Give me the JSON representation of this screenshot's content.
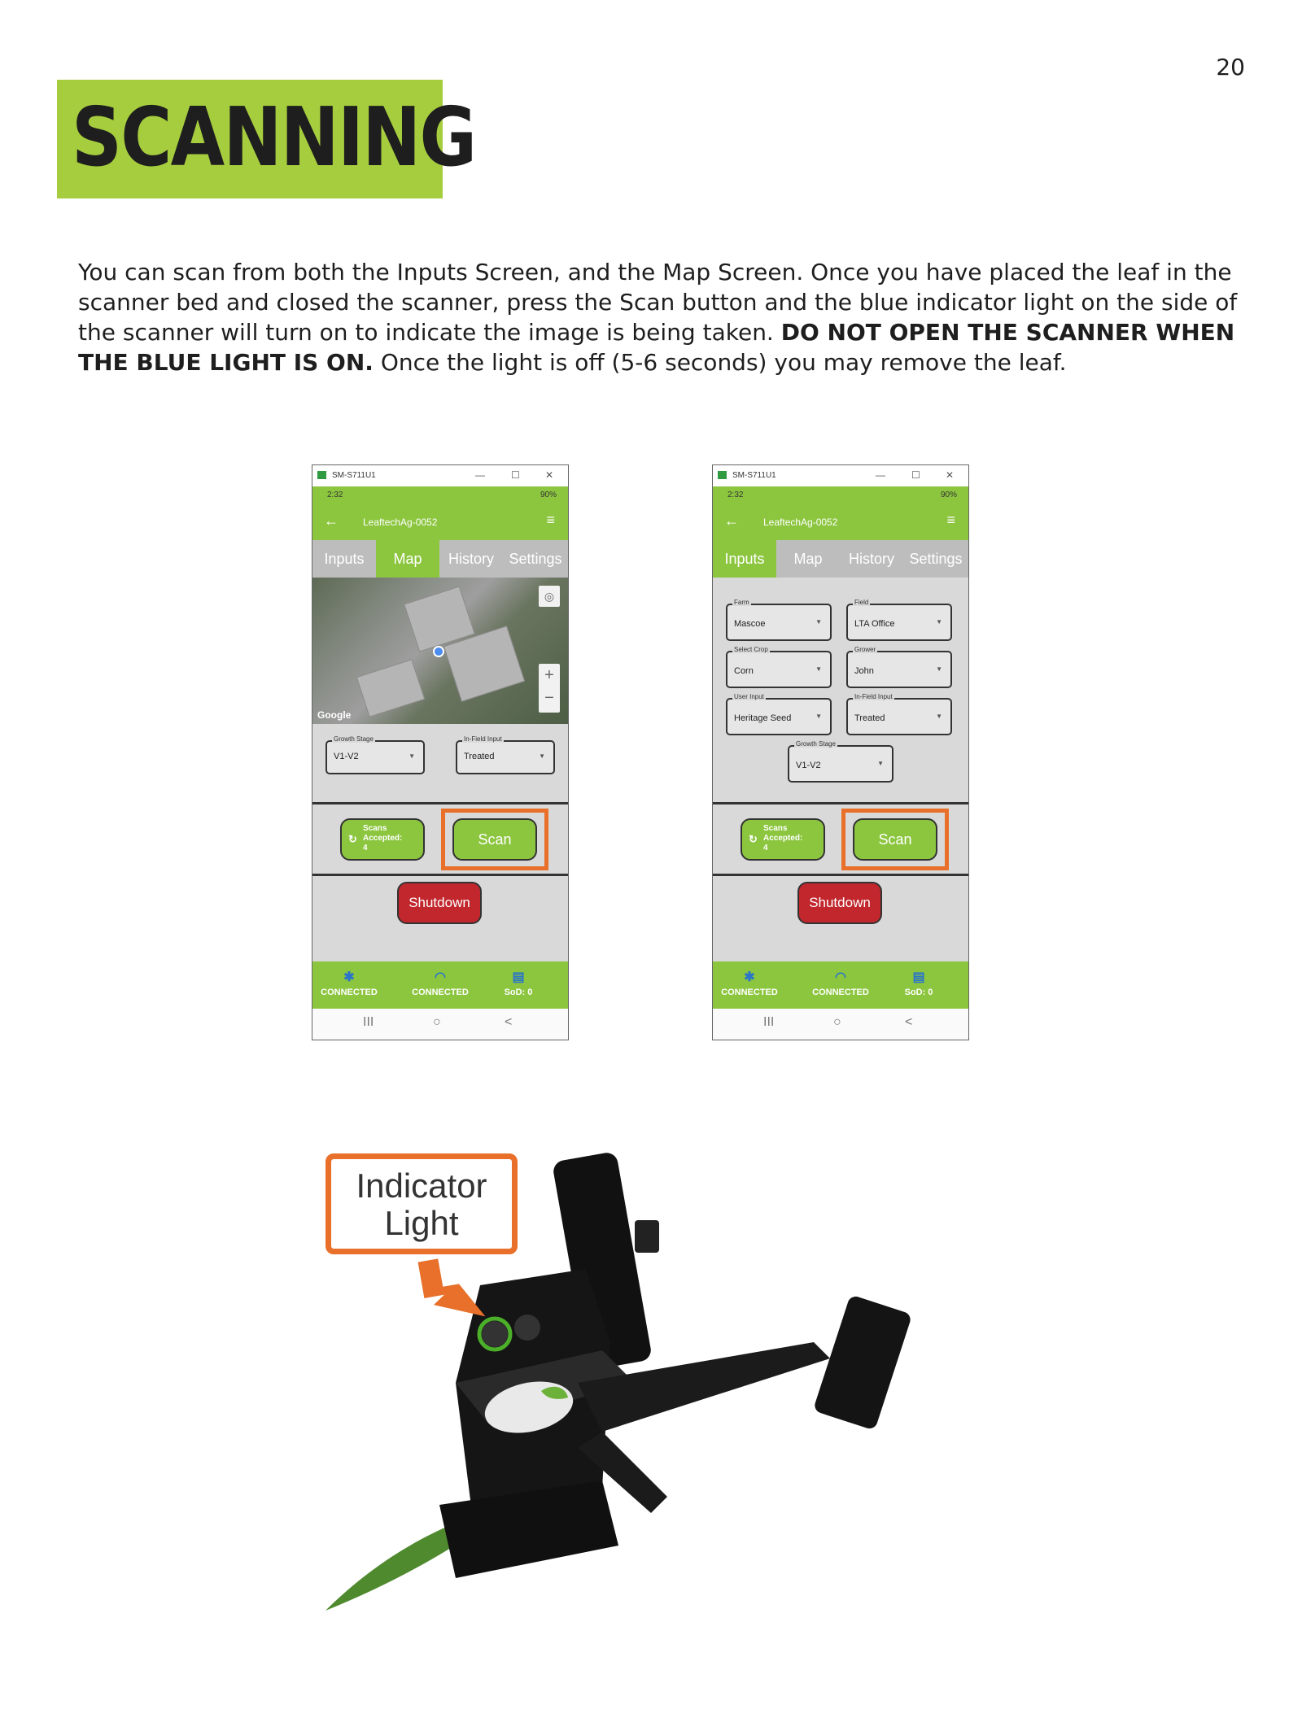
{
  "page": {
    "number": "20",
    "title": "SCANNING"
  },
  "intro": {
    "p1": "You can scan from both the Inputs Screen, and the Map Screen. Once you have placed the leaf in the scanner bed and closed the scanner, press the Scan button and the blue indicator light on the side of the scanner will turn on to indicate the image is being taken. ",
    "warning": "DO NOT OPEN THE SCANNER WHEN THE BLUE LIGHT IS ON.",
    "p2": " Once the light is off (5-6 seconds) you may remove the leaf."
  },
  "window": {
    "title": "SM-S711U1",
    "minimize": "—",
    "maximize": "☐",
    "close": "✕"
  },
  "status": {
    "time": "2:32",
    "battery": "90%"
  },
  "app": {
    "device": "LeaftechAg-0052"
  },
  "tabs": [
    "Inputs",
    "Map",
    "History",
    "Settings"
  ],
  "map_screen": {
    "google": "Google",
    "zoom_in": "+",
    "zoom_out": "−",
    "growth_stage": {
      "label": "Growth Stage",
      "value": "V1-V2"
    },
    "in_field": {
      "label": "In-Field Input",
      "value": "Treated"
    }
  },
  "inputs_screen": {
    "farm": {
      "label": "Farm",
      "value": "Mascoe"
    },
    "field": {
      "label": "Field",
      "value": "LTA Office"
    },
    "crop": {
      "label": "Select Crop",
      "value": "Corn"
    },
    "grower": {
      "label": "Grower",
      "value": "John"
    },
    "user_input": {
      "label": "User Input",
      "value": "Heritage Seed"
    },
    "in_field": {
      "label": "In-Field Input",
      "value": "Treated"
    },
    "growth_stage": {
      "label": "Growth Stage",
      "value": "V1-V2"
    }
  },
  "buttons": {
    "scans_line1": "Scans",
    "scans_line2": "Accepted:",
    "scans_count": "4",
    "scan": "Scan",
    "shutdown": "Shutdown"
  },
  "bottom": {
    "bluetooth": "CONNECTED",
    "wifi": "CONNECTED",
    "sod": "SoD: 0"
  },
  "nav": {
    "recents": "III",
    "home": "○",
    "back": "<"
  },
  "callout": {
    "line1": "Indicator",
    "line2": "Light"
  },
  "colors": {
    "green": "#8cc63f",
    "title_green": "#a6cd3e",
    "orange": "#e8702a",
    "red": "#c1272d"
  }
}
